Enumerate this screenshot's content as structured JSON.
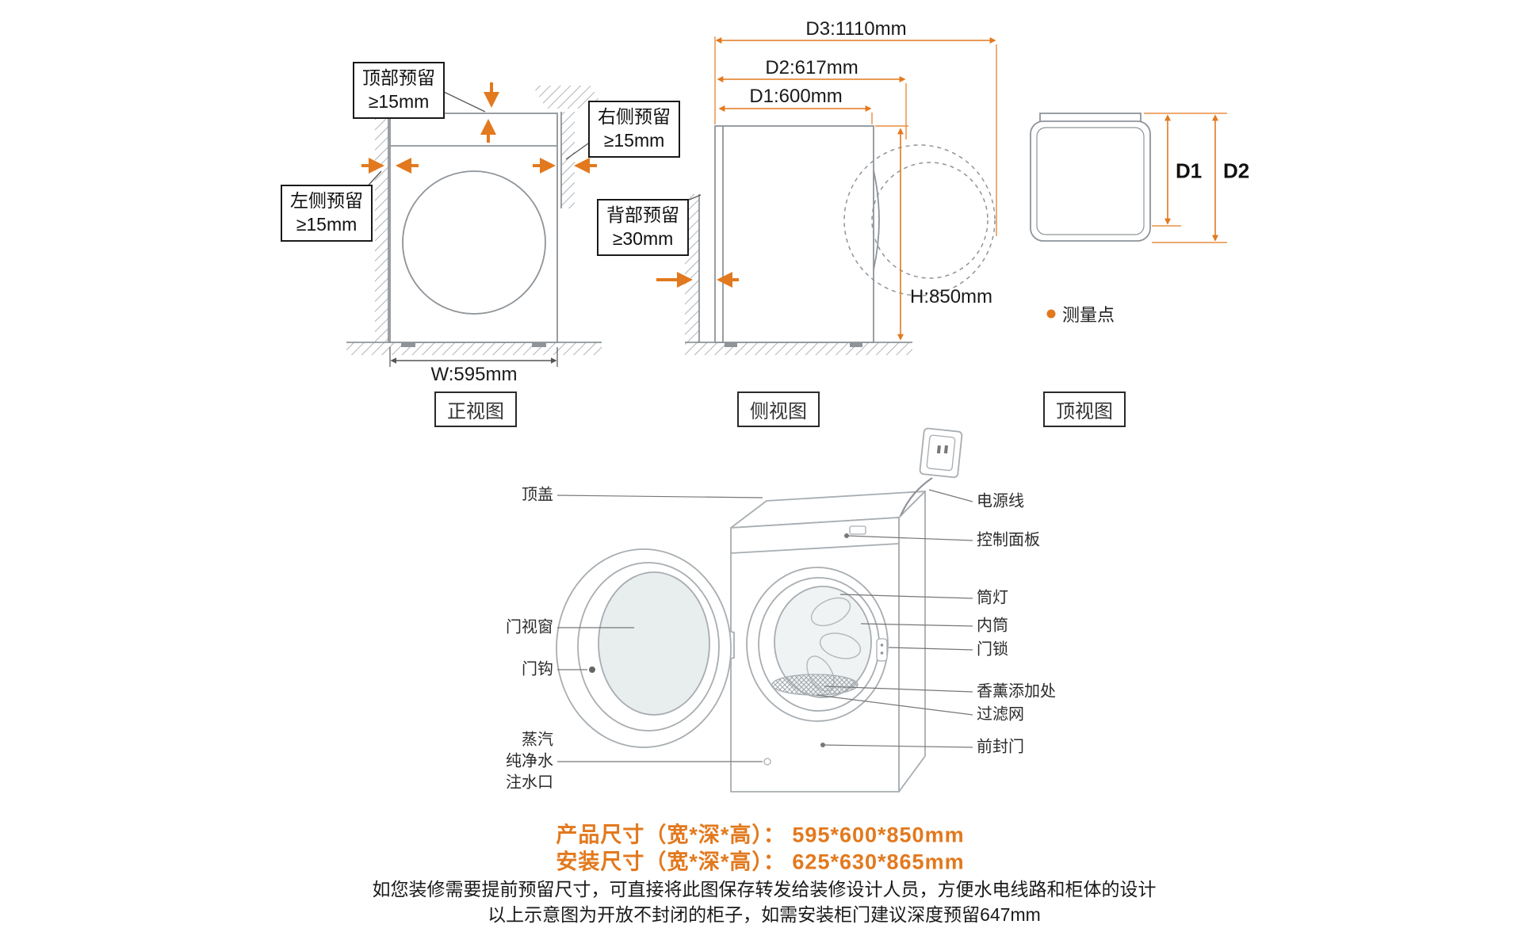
{
  "colors": {
    "accent": "#E2791E",
    "line_gray": "#8E9499"
  },
  "front_view": {
    "title": "正视图",
    "top_clearance": "顶部预留\n≥15mm",
    "right_clearance": "右侧预留\n≥15mm",
    "left_clearance": "左侧预留\n≥15mm",
    "width": "W:595mm"
  },
  "side_view": {
    "title": "侧视图",
    "d3": "D3:1110mm",
    "d2": "D2:617mm",
    "d1": "D1:600mm",
    "back_clearance": "背部预留\n≥30mm",
    "height": "H:850mm"
  },
  "top_view": {
    "title": "顶视图",
    "d1": "D1",
    "d2": "D2",
    "legend": "测量点"
  },
  "product": {
    "left_labels": [
      "顶盖",
      "门视窗",
      "门钩",
      "蒸汽\n纯净水\n注水口"
    ],
    "right_labels": [
      "电源线",
      "控制面板",
      "筒灯",
      "内筒",
      "门锁",
      "香薰添加处",
      "过滤网",
      "前封门"
    ]
  },
  "specs": {
    "product_size": "产品尺寸（宽*深*高）： 595*600*850mm",
    "install_size": "安装尺寸（宽*深*高）： 625*630*865mm"
  },
  "notes": [
    "如您装修需要提前预留尺寸，可直接将此图保存转发给装修设计人员，方便水电线路和柜体的设计",
    "以上示意图为开放不封闭的柜子，如需安装柜门建议深度预留647mm"
  ]
}
